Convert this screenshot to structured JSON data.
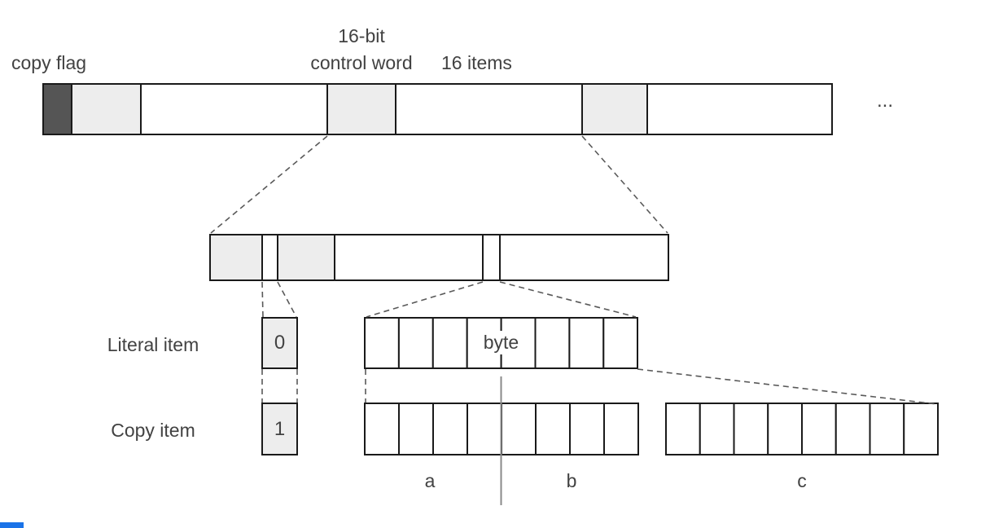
{
  "colors": {
    "background": "#ffffff",
    "box_border": "#1a1a1a",
    "dark_cell": "#555555",
    "light_cell": "#ededed",
    "text": "#424242",
    "dashed_line": "#595959",
    "divider_line": "#8a8a8a",
    "accent_blue": "#1a73e8"
  },
  "labels": {
    "copy_flag": "copy flag",
    "control_word_line1": "16-bit",
    "control_word_line2": "control word",
    "items": "16 items",
    "ellipsis": "...",
    "literal_item": "Literal item",
    "copy_item": "Copy item",
    "literal_flag_bit": "0",
    "copy_flag_bit": "1",
    "byte": "byte",
    "field_a": "a",
    "field_b": "b",
    "field_c": "c"
  },
  "structure": {
    "top_bar_segments": [
      "dark",
      "light",
      "white",
      "light",
      "white",
      "light",
      "white"
    ],
    "mid_bar_segments": [
      "light",
      "white-thin",
      "light",
      "white",
      "white-thin",
      "white"
    ],
    "literal_byte_cells": 8,
    "copy_ab_cells": 8,
    "copy_c_cells": 8
  }
}
